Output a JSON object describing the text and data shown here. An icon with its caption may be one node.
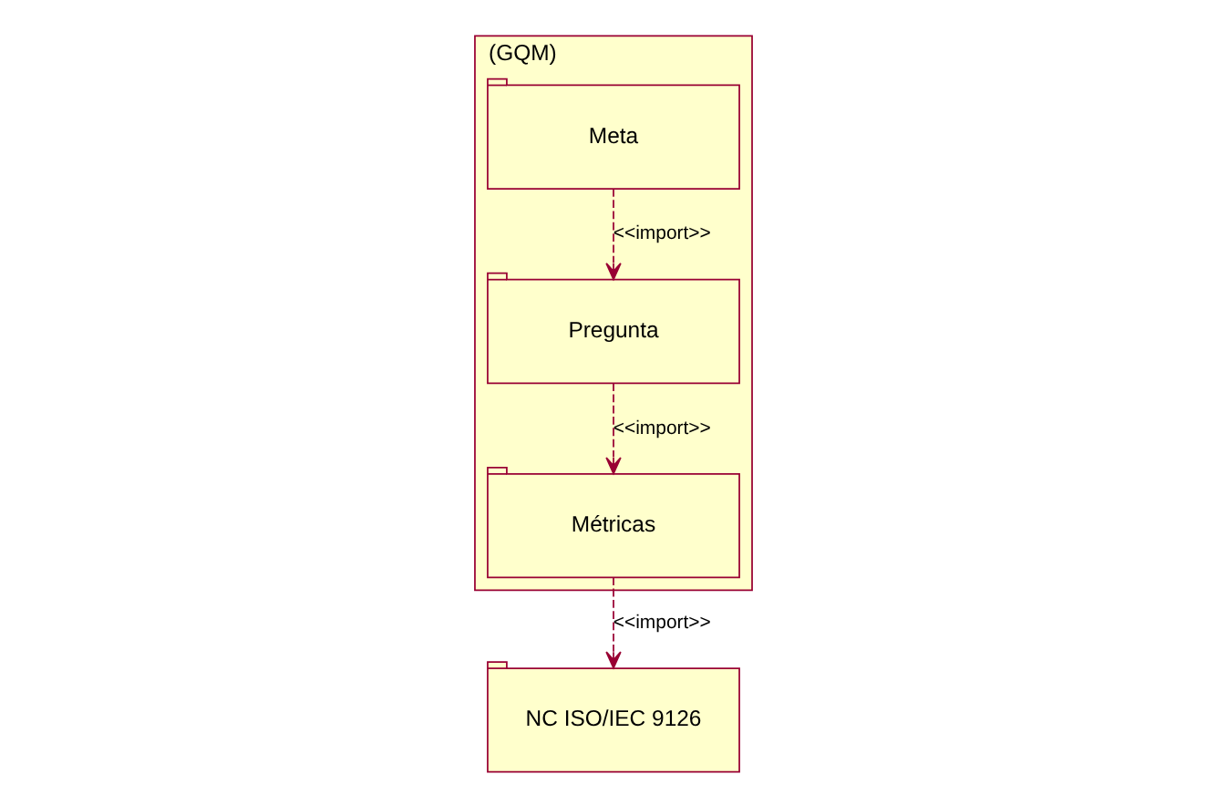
{
  "diagram": {
    "nodes": [
      {
        "text": [
          "(GQM)"
        ]
      },
      {
        "text": [
          "Meta"
        ],
        "in": 0
      },
      {
        "text": [
          "Pregunta"
        ],
        "in": 0
      },
      {
        "text": [
          "Métricas"
        ],
        "in": 0
      },
      {
        "text": [
          "NC ISO/IEC 9126"
        ]
      }
    ],
    "edges": [
      {
        "from": 1,
        "to": 2,
        "arrow": "to",
        "label": "<<import>>",
        "style": "dashed"
      },
      {
        "from": 2,
        "to": 3,
        "arrow": "to",
        "label": "<<import>>",
        "style": "dashed"
      },
      {
        "from": 3,
        "to": 4,
        "arrow": "to",
        "label": "<<import>>",
        "style": "dashed"
      }
    ]
  }
}
